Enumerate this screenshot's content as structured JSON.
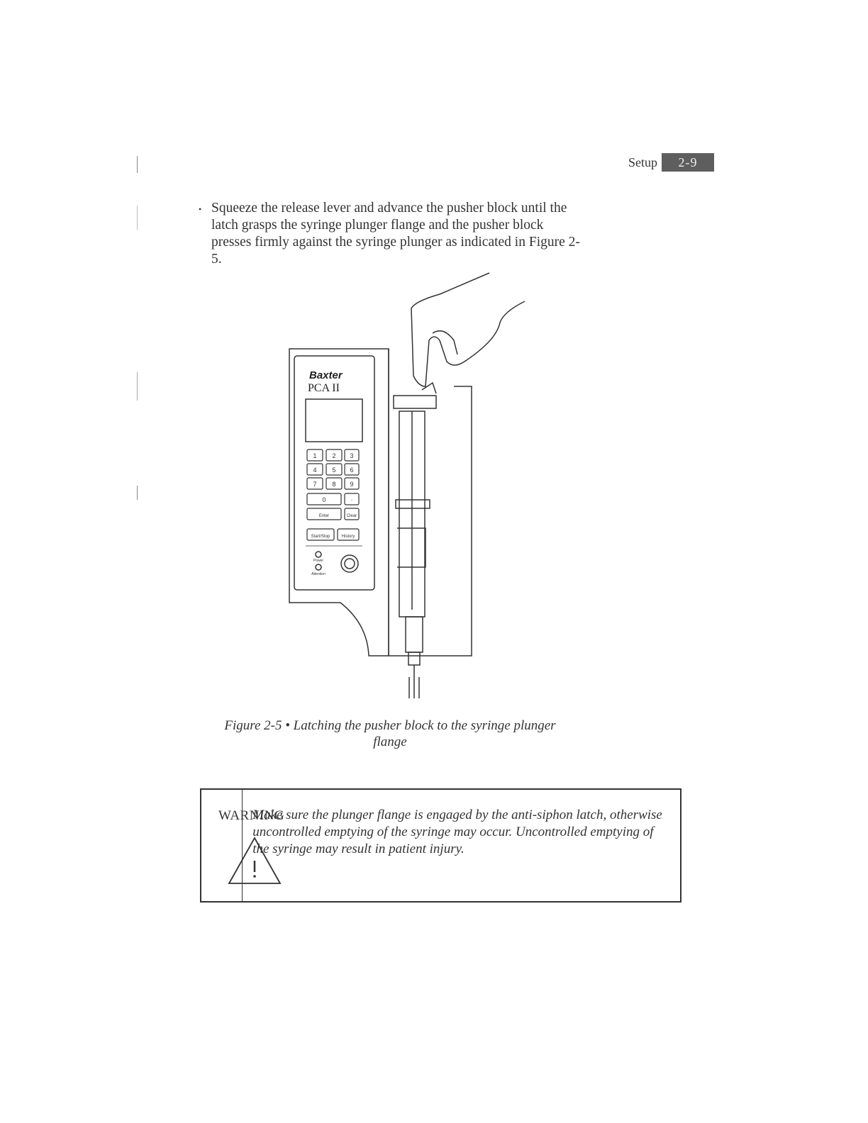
{
  "header": {
    "section_label": "Setup",
    "page_number": "2-9"
  },
  "bullet": {
    "mark": "•",
    "text": "Squeeze the release lever and advance the pusher block until the latch grasps the syringe plunger flange and the pusher block presses firmly against the syringe plunger as indicated in Figure 2-5."
  },
  "figure": {
    "brand": "Baxter",
    "model": "PCA II",
    "keypad": [
      "1",
      "2",
      "3",
      "4",
      "5",
      "6",
      "7",
      "8",
      "9",
      "0",
      "·"
    ],
    "keys": [
      "Enter",
      "Clear",
      "Start/Stop",
      "History"
    ],
    "indicators": [
      "Power",
      "Attention"
    ],
    "caption": "Figure 2-5 • Latching the pusher block to the syringe plunger flange"
  },
  "warning": {
    "label": "WARNING",
    "icon": "warning-triangle-icon",
    "text": "Make sure the plunger flange is engaged by the anti-siphon latch, otherwise uncontrolled emptying of the syringe may occur. Uncontrolled emptying of the syringe may result in patient injury."
  }
}
